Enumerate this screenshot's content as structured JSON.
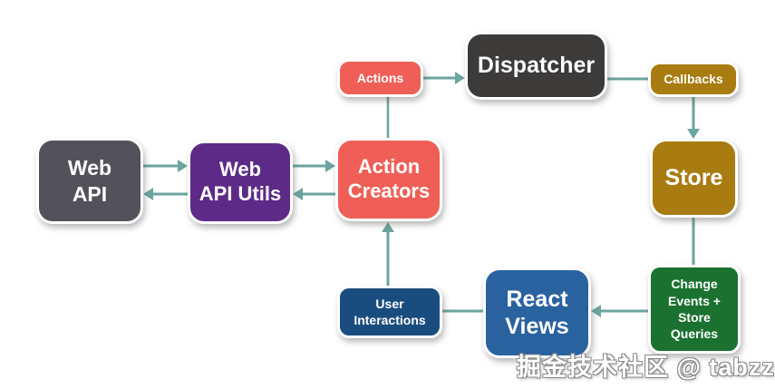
{
  "nodes": {
    "web_api": {
      "label": "Web\nAPI",
      "color": "#53515a"
    },
    "web_api_utils": {
      "label": "Web\nAPI Utils",
      "color": "#5d2b87"
    },
    "actions": {
      "label": "Actions",
      "color": "#ef5f57"
    },
    "action_creators": {
      "label": "Action\nCreators",
      "color": "#ef5f57"
    },
    "dispatcher": {
      "label": "Dispatcher",
      "color": "#3d3a3a"
    },
    "callbacks": {
      "label": "Callbacks",
      "color": "#a87c10"
    },
    "store": {
      "label": "Store",
      "color": "#a87c10"
    },
    "change_events": {
      "label": "Change\nEvents +\nStore\nQueries",
      "color": "#1b7130"
    },
    "react_views": {
      "label": "React\nViews",
      "color": "#2a62a0"
    },
    "user_interactions": {
      "label": "User\nInteractions",
      "color": "#1a4d7f"
    }
  },
  "watermark": {
    "text": "掘金技术社区 @ tabzzz"
  },
  "colors": {
    "arrow": "#6ca49f",
    "background": "#ffffff"
  }
}
